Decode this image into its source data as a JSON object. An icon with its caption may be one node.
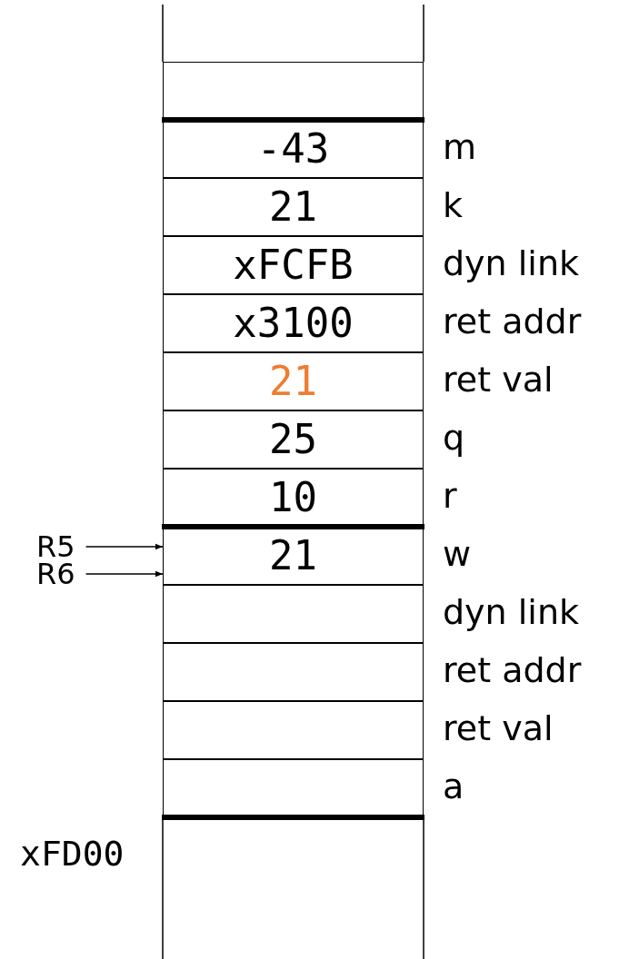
{
  "diagram": {
    "nodes": [
      {
        "text": [],
        "shape": "box"
      },
      {
        "text": [
          "-43"
        ],
        "beside": [
          "m"
        ]
      },
      {
        "text": [
          "21"
        ],
        "beside": [
          "k"
        ]
      },
      {
        "text": [
          "xFCFB"
        ],
        "beside": [
          "dyn link"
        ]
      },
      {
        "text": [
          "x3100"
        ],
        "beside": [
          "ret addr"
        ]
      },
      {
        "text": [
          "21"
        ],
        "beside": [
          "ret val"
        ]
      },
      {
        "text": [
          "25"
        ],
        "beside": [
          "q"
        ]
      },
      {
        "text": [
          "10"
        ],
        "beside": [
          "r"
        ]
      },
      {
        "text": [
          "21"
        ],
        "beside": [
          "w"
        ]
      },
      {
        "text": [
          "R5"
        ]
      },
      {
        "text": [
          "R6"
        ]
      },
      {
        "text": [],
        "shape": "box",
        "beside": [
          "dyn link"
        ]
      },
      {
        "text": [],
        "shape": "box",
        "beside": [
          "ret addr"
        ]
      },
      {
        "text": [],
        "shape": "box",
        "beside": [
          "ret val"
        ]
      },
      {
        "text": [],
        "shape": "box",
        "beside": [
          "a"
        ]
      }
    ],
    "edges": [
      {
        "from": 9,
        "to": 8,
        "arrow": "to"
      },
      {
        "from": 10,
        "to": 8,
        "arrow": "to"
      }
    ],
    "labels": [
      "xFD00"
    ]
  }
}
